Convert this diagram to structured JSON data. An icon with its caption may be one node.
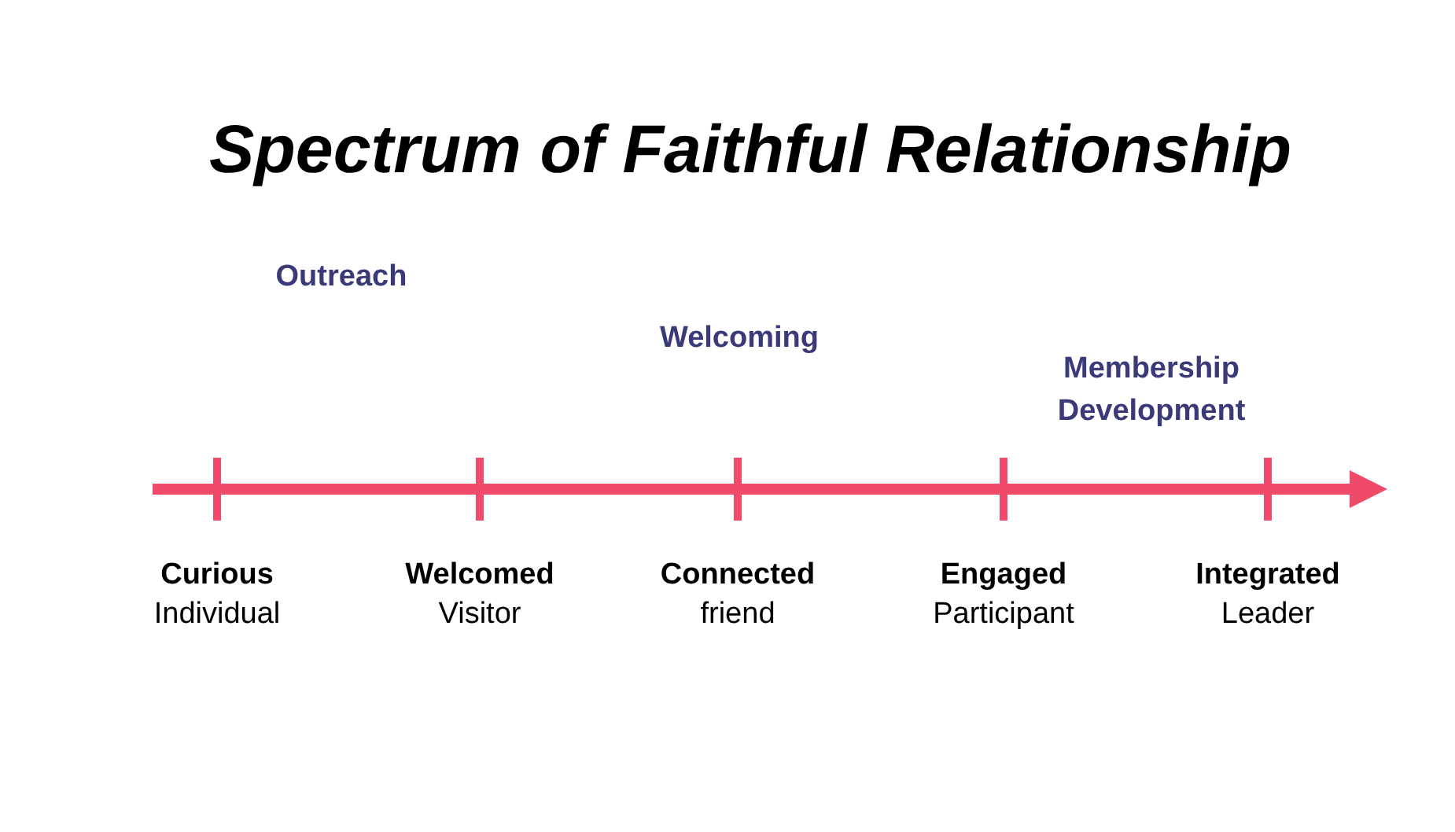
{
  "diagram": {
    "title": "Spectrum of Faithful Relationship",
    "labels": [
      "Outreach",
      "Welcoming",
      "Membership Development",
      "Curious",
      "Individual",
      "Welcomed",
      "Visitor",
      "Connected",
      "friend",
      "Engaged",
      "Participant",
      "Integrated",
      "Leader"
    ]
  }
}
